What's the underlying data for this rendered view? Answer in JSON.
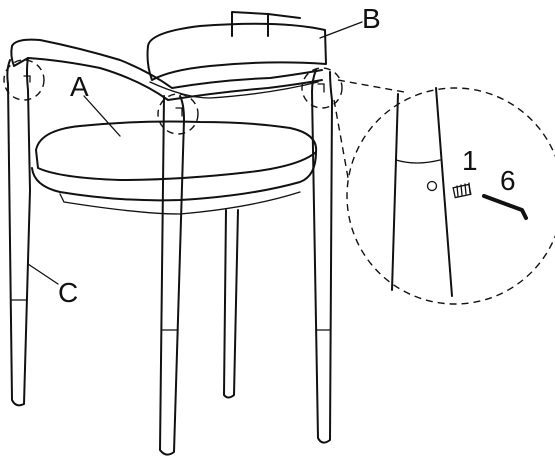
{
  "labels": {
    "seat": "A",
    "backrest": "B",
    "leg": "C",
    "bolt_part": "1",
    "tool_part": "6"
  }
}
